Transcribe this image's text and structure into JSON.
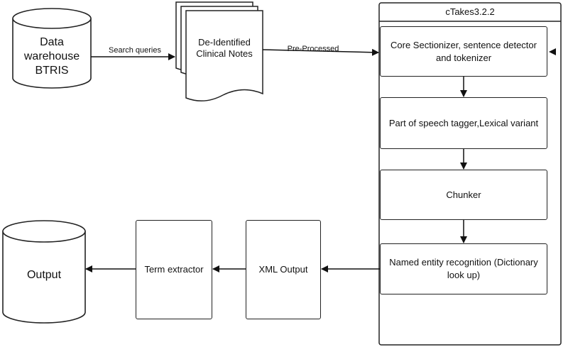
{
  "nodes": {
    "data_warehouse": [
      "Data",
      "warehouse",
      "BTRIS"
    ],
    "clinical_notes": [
      "De-Identified",
      "Clinical Notes"
    ],
    "ctakes_title": "cTakes3.2.2",
    "core": "Core  Sectionizer, sentence detector and tokenizer",
    "pos": "Part of speech tagger,Lexical variant",
    "chunker": "Chunker",
    "ner": "Named entity recognition (Dictionary look up)",
    "xml_output": "XML Output",
    "term_extractor": "Term extractor",
    "output": "Output"
  },
  "edges": {
    "search_queries": "Search queries",
    "pre_processed": "Pre-Processed"
  }
}
